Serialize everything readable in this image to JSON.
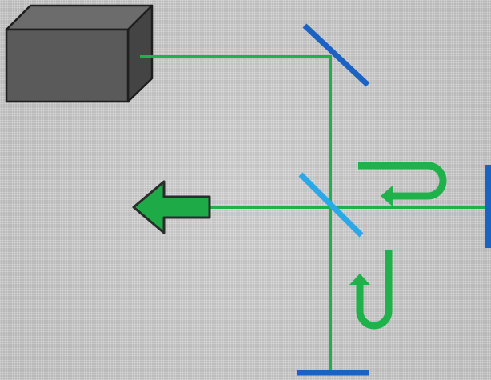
{
  "diagram": {
    "type": "michelson-interferometer",
    "components": {
      "light_source": "light-source-box",
      "fold_mirror": "mirror",
      "beam_splitter": "beam-splitter",
      "reference_mirror": "mirror",
      "moving_mirror": "mirror"
    },
    "beam_directions": {
      "output": "left",
      "right_arm": "return-from-right",
      "bottom_arm": "return-from-bottom"
    }
  },
  "colors": {
    "background": "#cfcfcf",
    "beam": "#1fb24a",
    "arrow_fill": "#1faa48",
    "arrow_outline": "#2b2b2b",
    "mirror_dark": "#1a63c4",
    "beam_splitter": "#2aa8e8",
    "source_front": "#5a5a5a",
    "source_top": "#6c6c6c",
    "source_side": "#444444",
    "source_outline": "#1e1e1e"
  }
}
